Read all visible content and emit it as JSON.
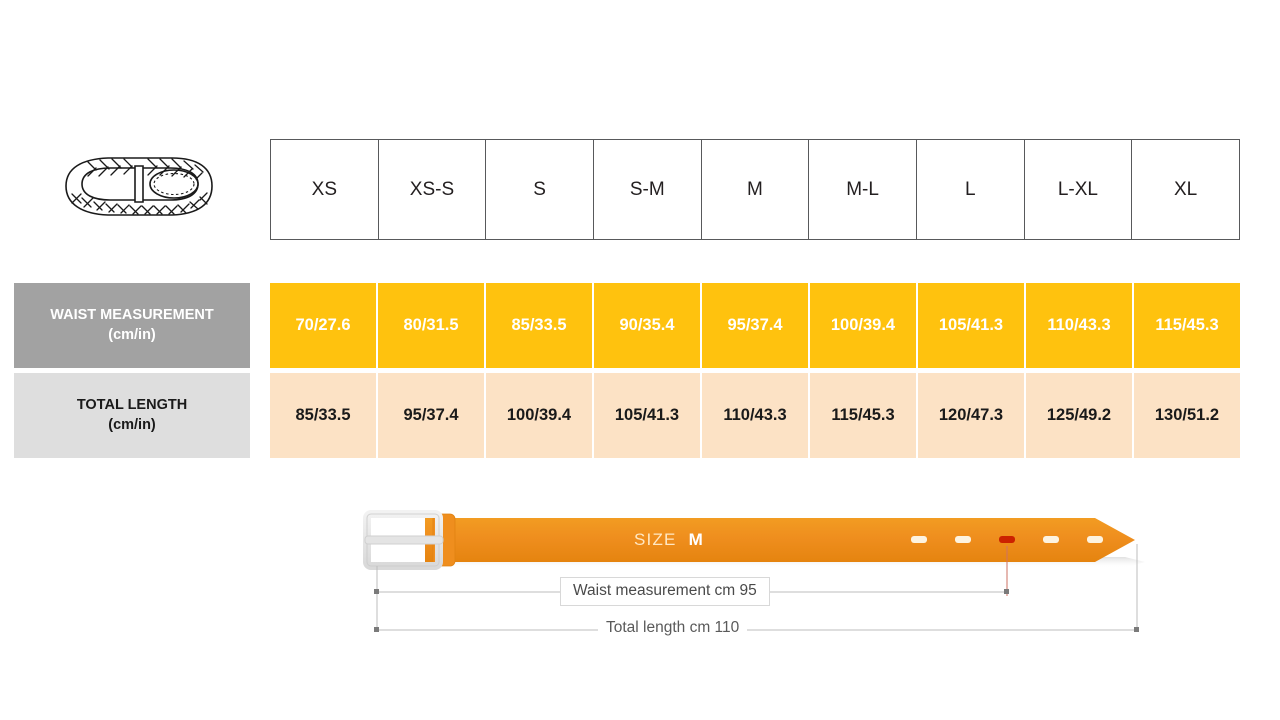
{
  "product": {
    "icon": "braided-belt-icon"
  },
  "size_table": {
    "sizes": [
      "XS",
      "XS-S",
      "S",
      "S-M",
      "M",
      "M-L",
      "L",
      "L-XL",
      "XL"
    ],
    "rows": [
      {
        "label": "WAIST MEASUREMENT",
        "unit": "(cm/in)",
        "values": [
          "70/27.6",
          "80/31.5",
          "85/33.5",
          "90/35.4",
          "95/37.4",
          "100/39.4",
          "105/41.3",
          "110/43.3",
          "115/45.3"
        ]
      },
      {
        "label": "TOTAL LENGTH",
        "unit": "(cm/in)",
        "values": [
          "85/33.5",
          "95/37.4",
          "100/39.4",
          "105/41.3",
          "110/43.3",
          "115/45.3",
          "120/47.3",
          "125/49.2",
          "130/51.2"
        ]
      }
    ]
  },
  "diagram": {
    "size_prefix": "SIZE",
    "size_value": "M",
    "waist_label": "Waist measurement cm 95",
    "total_label": "Total length cm 110",
    "holes_total": 5,
    "active_hole_index": 2
  },
  "colors": {
    "amber": "#ffc20e",
    "peach": "#fce2c5",
    "label_gray_dark": "#a2a2a2",
    "label_gray_light": "#dedede",
    "belt_orange": "#ef8e1e",
    "active_hole_red": "#cc2200",
    "border": "#58595b"
  }
}
